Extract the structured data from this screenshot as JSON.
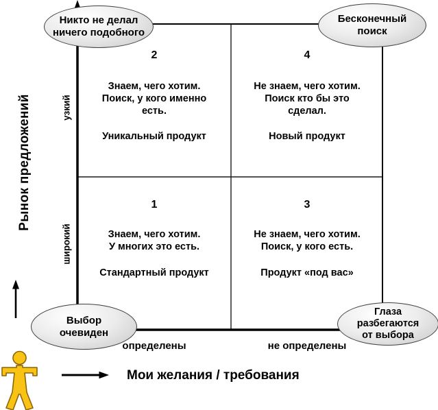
{
  "axes": {
    "y_title": "Рынок предложений",
    "y_tick_top": "узкий",
    "y_tick_bottom": "широкий",
    "x_title": "Мои желания / требования",
    "x_tick_left": "определены",
    "x_tick_right": "не определены"
  },
  "quadrants": {
    "q2": {
      "number": "2",
      "description": "Знаем, чего хотим.\nПоиск, у кого именно\nесть.",
      "product": "Уникальный продукт"
    },
    "q4": {
      "number": "4",
      "description": "Не знаем, чего хотим.\nПоиск кто бы это\nсделал.",
      "product": "Новый продукт"
    },
    "q1": {
      "number": "1",
      "description": "Знаем, чего хотим.\nУ многих это есть.",
      "product": "Стандартный продукт"
    },
    "q3": {
      "number": "3",
      "description": "Не знаем, чего хотим.\nПоиск, у кого есть.",
      "product": "Продукт «под вас»"
    }
  },
  "callouts": {
    "top_left": "Никто не делал\nничего подобного",
    "top_right": "Бесконечный\nпоиск",
    "bottom_left": "Выбор\nочевиден",
    "bottom_right": "Глаза\nразбегаются\nот выбора"
  },
  "colors": {
    "line": "#000000",
    "ellipse_border": "#3f3f3f",
    "ellipse_fill": "#dcdcdc",
    "figure_fill": "#F9C315",
    "figure_stroke": "#8B6508"
  }
}
